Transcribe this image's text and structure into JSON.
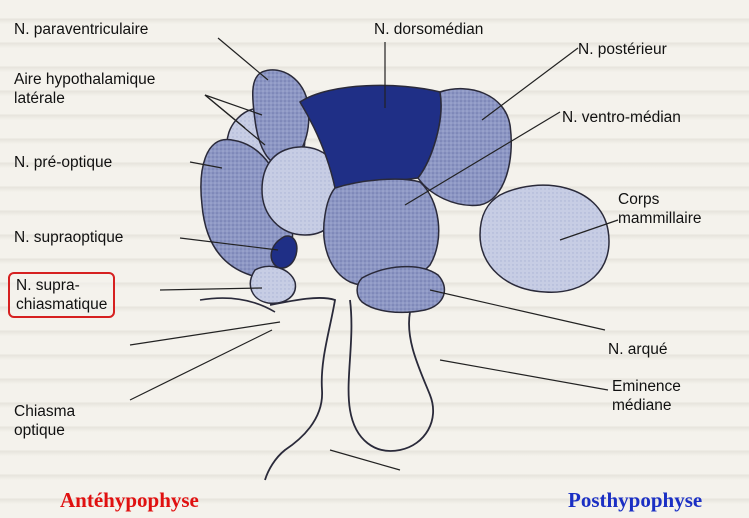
{
  "labels": {
    "paraventriculaire": "N. paraventriculaire",
    "aire_hypothalamique": "Aire hypothalamique\nlatérale",
    "pre_optique": "N. pré-optique",
    "supraoptique": "N. supraoptique",
    "suprachiasmatique": "N. supra-\nchiasmatique",
    "chiasma": "Chiasma\noptique",
    "dorsomedian": "N. dorsomédian",
    "posterieur": "N. postérieur",
    "ventro_median": "N. ventro-médian",
    "corps_mammillaire": "Corps\nmammillaire",
    "arque": "N. arqué",
    "eminence": "Eminence\nmédiane"
  },
  "captions": {
    "antehypophyse": "Antéhypophyse",
    "posthypophyse": "Posthypophyse"
  },
  "colors": {
    "nucleus_light": "#c5cbe3",
    "nucleus_mid": "#8d97c4",
    "nucleus_dark": "#1f2f86",
    "outline": "#2a2a3a",
    "highlight_box": "#d62020",
    "antehypophyse": "#e01010",
    "posthypophyse": "#1a2fc4"
  }
}
